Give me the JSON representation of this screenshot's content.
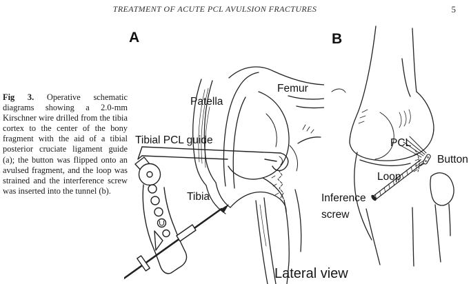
{
  "header": {
    "title": "TREATMENT OF ACUTE PCL AVULSION FRACTURES",
    "page_number": "5"
  },
  "caption": {
    "fig_label": "Fig 3.",
    "body": " Operative schematic diagrams showing a 2.0-mm Kirschner wire drilled from the tibia cortex to the center of the bony fragment with the aid of a tibial posterior cruciate ligament guide (a); the button was flipped onto an avulsed fragment, and the loop was strained and the interference screw was inserted into the tunnel (b)."
  },
  "figure": {
    "panel_a": {
      "label": "A",
      "patella": "Patella",
      "femur": "Femur",
      "guide": "Tibial PCL guide",
      "tibia": "Tibia"
    },
    "panel_b": {
      "label": "B",
      "pcl": "PCL",
      "button": "Button",
      "loop": "Loop",
      "screw_line1": "Inference",
      "screw_line2": "screw"
    },
    "view_label": "Lateral view"
  },
  "colors": {
    "background": "#ffffff",
    "ink": "#222222",
    "text": "#1e1e1e"
  }
}
